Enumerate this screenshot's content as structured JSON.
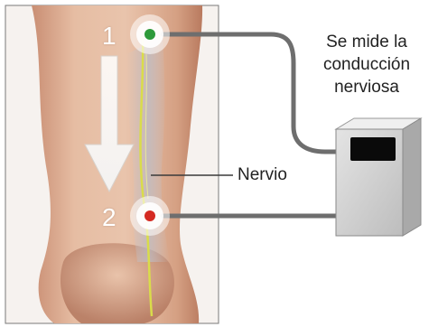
{
  "caption": {
    "lines": [
      "Se mide la",
      "conducción",
      "nerviosa"
    ]
  },
  "labels": {
    "nerve": "Nervio"
  },
  "electrodes": [
    {
      "number": "1",
      "color": "#2e9a3a"
    },
    {
      "number": "2",
      "color": "#d42a22"
    }
  ],
  "colors": {
    "skin": "#e2b79c",
    "cable": "#6e6e6e",
    "device_body": "#d9d9d9",
    "device_screen": "#0a0a0a",
    "nerve": "#d9dc4a"
  },
  "icons": [
    "down-arrow-icon",
    "electrode-icon",
    "monitor-device-icon"
  ]
}
